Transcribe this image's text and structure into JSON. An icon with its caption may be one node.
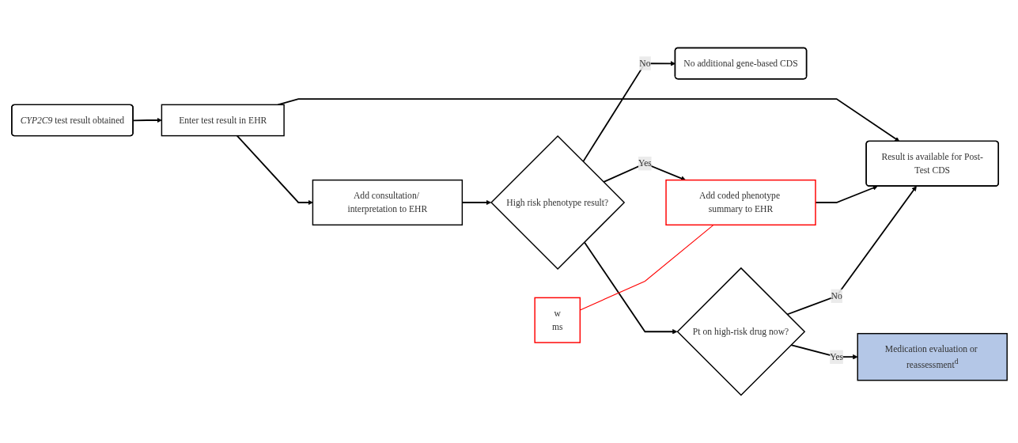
{
  "diagram": {
    "nodes": [
      {
        "text": [
          "*CYP2C9* test result obtained"
        ]
      },
      {
        "text": [
          "Enter test result in EHR"
        ]
      },
      {
        "text": [
          "Add consultation/ interpretation to EHR"
        ]
      },
      {
        "text": [
          "High risk phenotype result?"
        ]
      },
      {
        "text": [
          "No additional gene-based CDS"
        ]
      },
      {
        "text": [
          "Result is available for Post-Test CDS"
        ]
      },
      {
        "text": [
          "Add coded phenotype summary to EHR"
        ]
      },
      {
        "text": [
          "Pt on high-risk drug now?"
        ]
      },
      {
        "text": [
          "Medication evaluation or reassessment$^{d}$"
        ]
      },
      {
        "text": [
          "w",
          "ms"
        ]
      }
    ],
    "edges": [
      {
        "from": 0,
        "to": 1,
        "arrow": "to"
      },
      {
        "from": 1,
        "to": 2,
        "arrow": "to"
      },
      {
        "from": 2,
        "to": 3,
        "arrow": "to"
      },
      {
        "from": 3,
        "to": 4,
        "arrow": "to",
        "label": "No"
      },
      {
        "from": 1,
        "to": 5,
        "arrow": "to"
      },
      {
        "from": 3,
        "to": 6,
        "arrow": "to",
        "label": "Yes"
      },
      {
        "from": 3,
        "to": 7,
        "arrow": "to"
      },
      {
        "from": 6,
        "to": 5,
        "arrow": "to"
      },
      {
        "from": 7,
        "to": 5,
        "arrow": "to",
        "label": "No"
      },
      {
        "from": 7,
        "to": 8,
        "arrow": "to",
        "label": "Yes"
      },
      {
        "from": 9,
        "to": 6,
        "arrow": "none",
        "color": "#ff0000"
      }
    ]
  }
}
